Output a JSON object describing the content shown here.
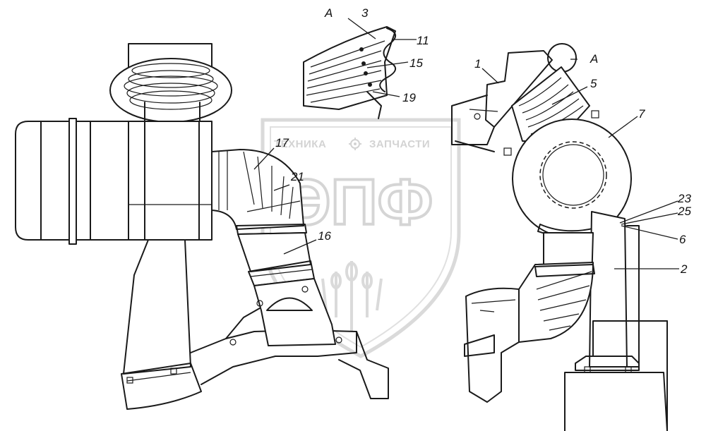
{
  "drawing": {
    "callouts": [
      {
        "id": "A-detail",
        "text": "A"
      },
      {
        "id": "3",
        "text": "3"
      },
      {
        "id": "11",
        "text": "11"
      },
      {
        "id": "15",
        "text": "15"
      },
      {
        "id": "19",
        "text": "19"
      },
      {
        "id": "17",
        "text": "17"
      },
      {
        "id": "21",
        "text": "21"
      },
      {
        "id": "16",
        "text": "16"
      },
      {
        "id": "1",
        "text": "1"
      },
      {
        "id": "A-view",
        "text": "A"
      },
      {
        "id": "5",
        "text": "5"
      },
      {
        "id": "7",
        "text": "7"
      },
      {
        "id": "23",
        "text": "23"
      },
      {
        "id": "25",
        "text": "25"
      },
      {
        "id": "6",
        "text": "6"
      },
      {
        "id": "2",
        "text": "2"
      }
    ]
  },
  "watermark": {
    "left_word": "ТЕХНИКА",
    "right_word": "ЗАПЧАСТИ",
    "big_text": "ЭПФ",
    "color": "#b9b9b9",
    "gear_icon": "gear-icon"
  }
}
